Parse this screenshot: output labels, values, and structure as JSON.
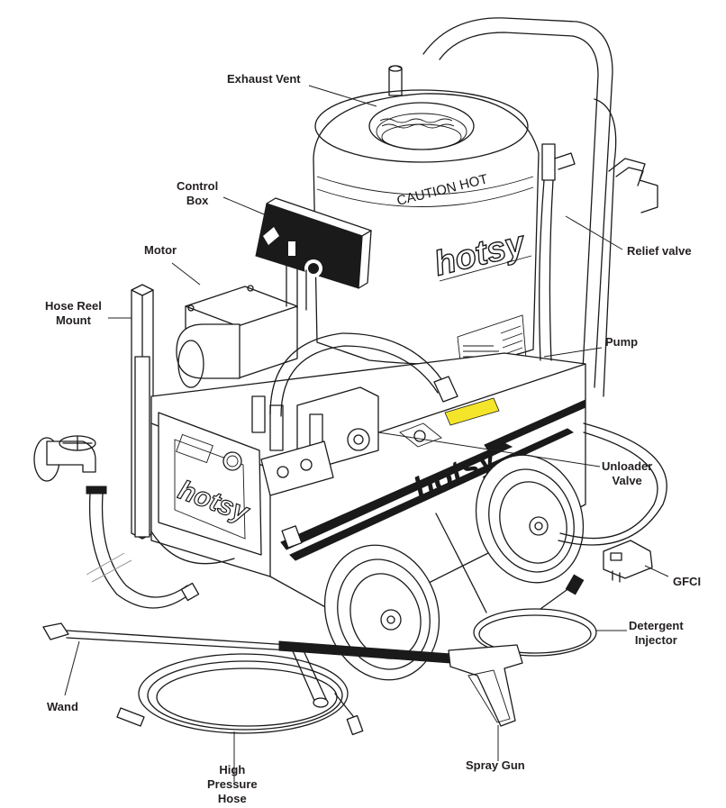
{
  "diagram": {
    "subject": "Hotsy hot water pressure washer",
    "brand_marks": [
      "hotsy",
      "hotsy",
      "hotsy"
    ],
    "decals": {
      "burner_text": "CAUTION HOT",
      "brand_text": "hotsy",
      "warning_label_color": "#f5e52a"
    },
    "labels": [
      {
        "id": "exhaust-vent",
        "text": "Exhaust Vent"
      },
      {
        "id": "control-box",
        "text": "Control\nBox"
      },
      {
        "id": "motor",
        "text": "Motor"
      },
      {
        "id": "hose-reel-mount",
        "text": "Hose Reel\nMount"
      },
      {
        "id": "relief-valve",
        "text": "Relief valve"
      },
      {
        "id": "pump",
        "text": "Pump"
      },
      {
        "id": "unloader-valve",
        "text": "Unloader\nValve"
      },
      {
        "id": "gfci",
        "text": "GFCI"
      },
      {
        "id": "detergent-injector",
        "text": "Detergent\nInjector"
      },
      {
        "id": "wand",
        "text": "Wand"
      },
      {
        "id": "high-pressure-hose",
        "text": "High\nPressure\nHose"
      },
      {
        "id": "spray-gun",
        "text": "Spray Gun"
      }
    ]
  }
}
